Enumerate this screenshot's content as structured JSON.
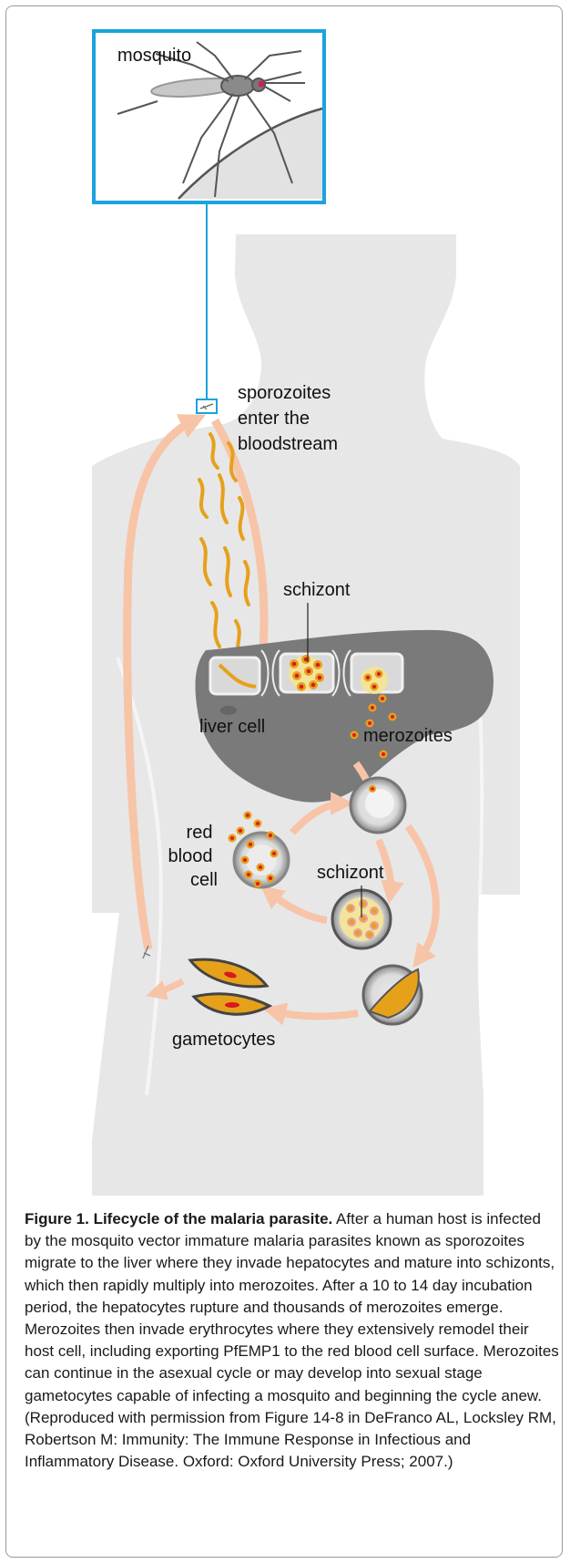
{
  "labels": {
    "mosquito": "mosquito",
    "sporozoites": [
      "sporozoites",
      "enter the",
      "bloodstream"
    ],
    "schizont_liver": "schizont",
    "liver_cell": "liver cell",
    "merozoites": "merozoites",
    "red_blood_cell": [
      "red",
      "blood",
      "cell"
    ],
    "schizont_blood": "schizont",
    "gametocytes": "gametocytes"
  },
  "caption": {
    "heading": "Figure 1. Lifecycle of the malaria parasite.",
    "body": "After a human host is infected by the mosquito vector immature malaria parasites known as sporozoites migrate to the liver where they invade hepatocytes and mature into schizonts, which then rapidly multiply into merozoites. After a 10 to 14 day incubation period, the hepatocytes rupture and thousands of merozoites emerge. Merozoites then invade erythrocytes where they extensively remodel their host cell, including exporting PfEMP1 to the red blood cell surface. Merozoites can continue in the asexual cycle or may develop into sexual stage gametocytes capable of infecting a mosquito and beginning the cycle anew. (Reproduced with permission from Figure 14-8 in DeFranco AL, Locksley RM, Robertson M: Immunity: The Immune Response in Infectious and Inflammatory Disease. Oxford: Oxford University Press; 2007.)"
  },
  "colors": {
    "accent": "#1aa3dd",
    "arrow": "#f7c4a8",
    "body": "#e7e7e7",
    "liver": "#7a7a7a",
    "parasite": "#e6a11a",
    "nucleus": "#e02020"
  }
}
